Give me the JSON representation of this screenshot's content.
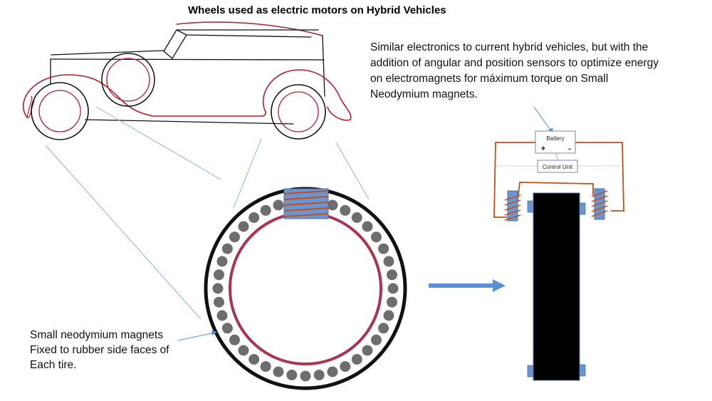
{
  "title": "Wheels used as electric motors on Hybrid Vehicles",
  "description": {
    "lines": [
      "Similar  electronics to current hybrid vehicles, but with the",
      "addition of angular and position sensors to optimize energy",
      "on electromagnets  for máximum torque on Small",
      "Neodymium magnets."
    ]
  },
  "magnet_note": {
    "lines": [
      "Small neodymium magnets",
      "Fixed to rubber side faces of",
      "Each tire."
    ]
  },
  "circuit": {
    "battery_label": "Battery",
    "plus_label": "+",
    "minus_label": "-",
    "control_unit_label": "Control Unit"
  },
  "wheel": {
    "magnet_count": 36
  },
  "colors": {
    "outline": "#000000",
    "fender_red": "#b01e2e",
    "wire": "#c0501a",
    "coil_blue": "#6a95d0",
    "leader_blue": "#8fb0e0",
    "magnet_gray": "#6d6d6d",
    "arrow_blue": "#5b8fd2"
  }
}
